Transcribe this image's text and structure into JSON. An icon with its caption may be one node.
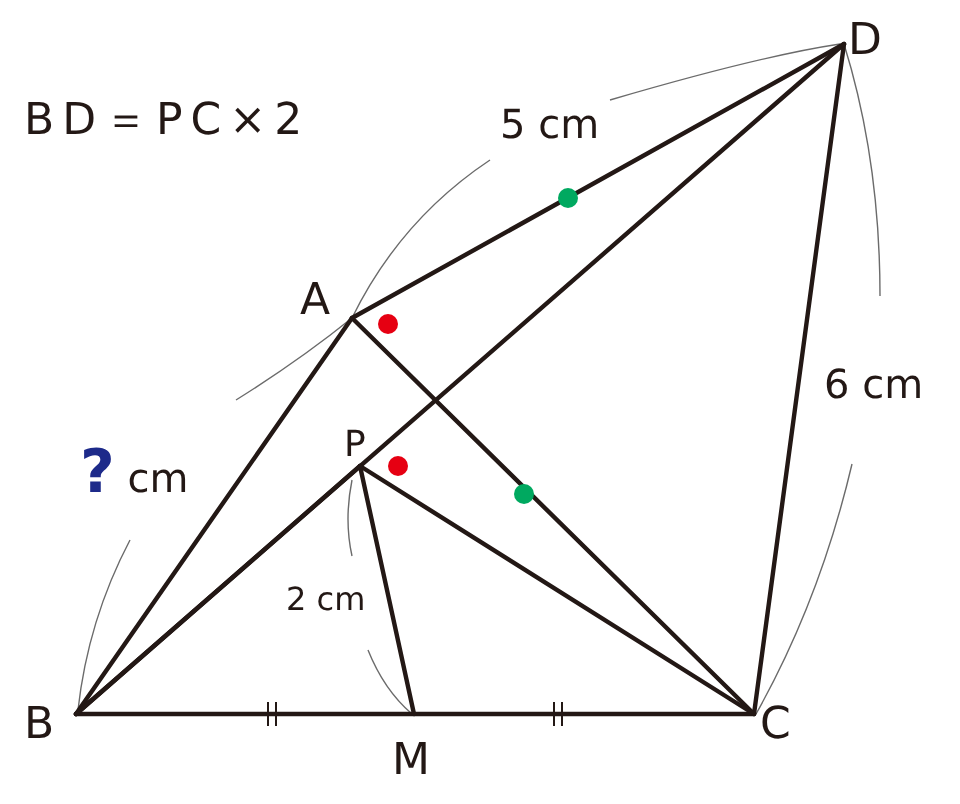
{
  "diagram": {
    "labels": [
      "BD＝PC×2",
      "5 cm",
      "D",
      "A",
      "6 cm",
      "**?** cm",
      "P",
      "2 cm",
      "B",
      "M",
      "C"
    ]
  }
}
